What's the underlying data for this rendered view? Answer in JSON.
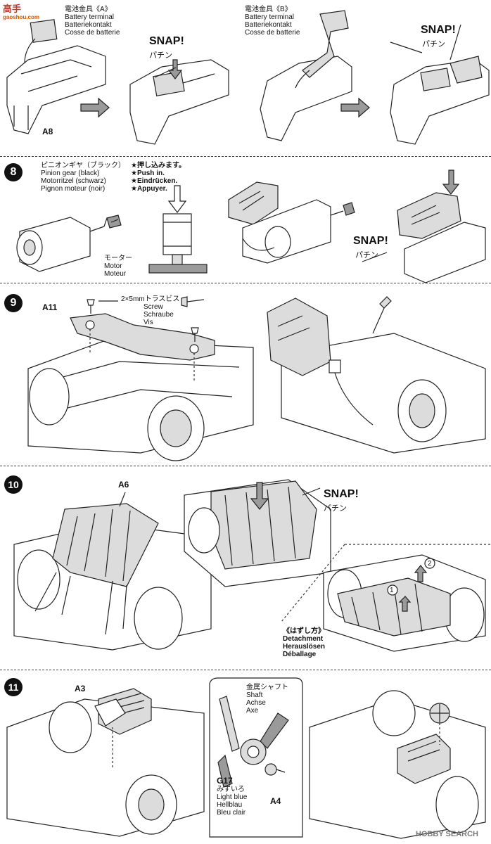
{
  "watermark_logo": {
    "text": "高手",
    "sub": "gaoshou.com"
  },
  "step7": {
    "terminal_a": {
      "lines": [
        "電池金具《A》",
        "Battery terminal",
        "Batteriekontakt",
        "Cosse de batterie"
      ]
    },
    "terminal_b": {
      "lines": [
        "電池金具《B》",
        "Battery terminal",
        "Batteriekontakt",
        "Cosse de batterie"
      ]
    },
    "part_a8": "A8",
    "snap1": "SNAP!",
    "snap1_jp": "パチン",
    "snap2": "SNAP!",
    "snap2_jp": "パチン"
  },
  "step8": {
    "number": "8",
    "pinion": {
      "lines": [
        "ピニオンギヤ（ブラック）",
        "Pinion gear (black)",
        "Motorritzel (schwarz)",
        "Pignon moteur (noir)"
      ]
    },
    "push": {
      "lines": [
        "★押し込みます。",
        "★Push in.",
        "★Eindrücken.",
        "★Appuyer."
      ]
    },
    "motor": {
      "lines": [
        "モーター",
        "Motor",
        "Moteur"
      ]
    },
    "snap": "SNAP!",
    "snap_jp": "パチン"
  },
  "step9": {
    "number": "9",
    "part_a11": "A11",
    "screw": {
      "lines": [
        "2×5mmトラスビス",
        "Screw",
        "Schraube",
        "Vis"
      ]
    }
  },
  "step10": {
    "number": "10",
    "part_a6": "A6",
    "snap": "SNAP!",
    "snap_jp": "パチン",
    "detach": {
      "lines": [
        "《はずし方》",
        "Detachment",
        "Herauslösen",
        "Déballage"
      ]
    },
    "step1": "1",
    "step2": "2"
  },
  "step11": {
    "number": "11",
    "part_a3": "A3",
    "shaft": {
      "lines": [
        "金属シャフト",
        "Shaft",
        "Achse",
        "Axe"
      ]
    },
    "gear": {
      "lines": [
        "G17",
        "みずいろ",
        "Light blue",
        "Hellblau",
        "Bleu clair"
      ]
    },
    "part_a4": "A4"
  },
  "watermark": "HOBBY SEARCH"
}
